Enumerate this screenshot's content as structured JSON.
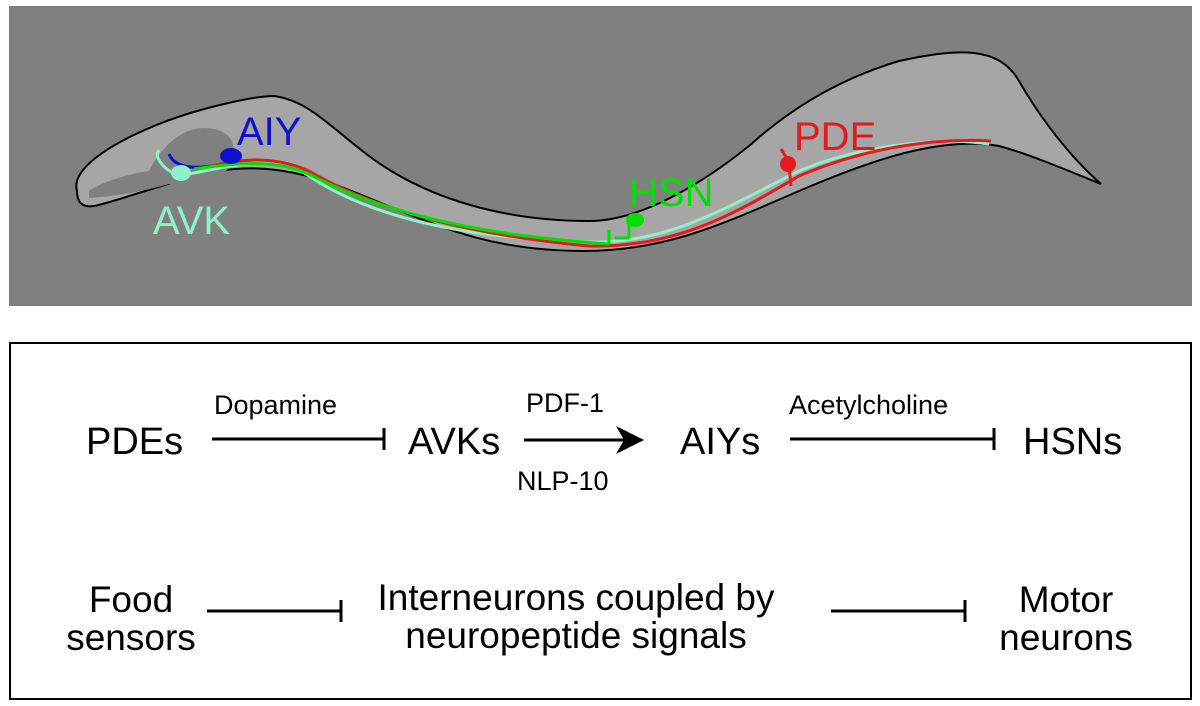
{
  "worm_panel": {
    "neurons": [
      {
        "id": "AIY",
        "label": "AIY",
        "color": "#1010d0"
      },
      {
        "id": "AVK",
        "label": "AVK",
        "color": "#90f0c8"
      },
      {
        "id": "HSN",
        "label": "HSN",
        "color": "#00e000"
      },
      {
        "id": "PDE",
        "label": "PDE",
        "color": "#e41a1c"
      }
    ],
    "background_color": "#808080",
    "body_color": "#a6a6a6",
    "pharynx_color": "#808080"
  },
  "pathway": {
    "row1": {
      "nodes": [
        "PDEs",
        "AVKs",
        "AIYs",
        "HSNs"
      ],
      "edges": [
        {
          "label_above": "Dopamine",
          "label_below": "",
          "type": "inhibitory"
        },
        {
          "label_above": "PDF-1",
          "label_below": "NLP-10",
          "type": "excitatory"
        },
        {
          "label_above": "Acetylcholine",
          "label_below": "",
          "type": "inhibitory"
        }
      ]
    },
    "row2": {
      "food_sensors": [
        "Food",
        "sensors"
      ],
      "interneurons": [
        "Interneurons coupled by",
        "neuropeptide signals"
      ],
      "motor_neurons": [
        "Motor",
        "neurons"
      ],
      "edges": [
        {
          "type": "inhibitory"
        },
        {
          "type": "inhibitory"
        }
      ]
    }
  }
}
